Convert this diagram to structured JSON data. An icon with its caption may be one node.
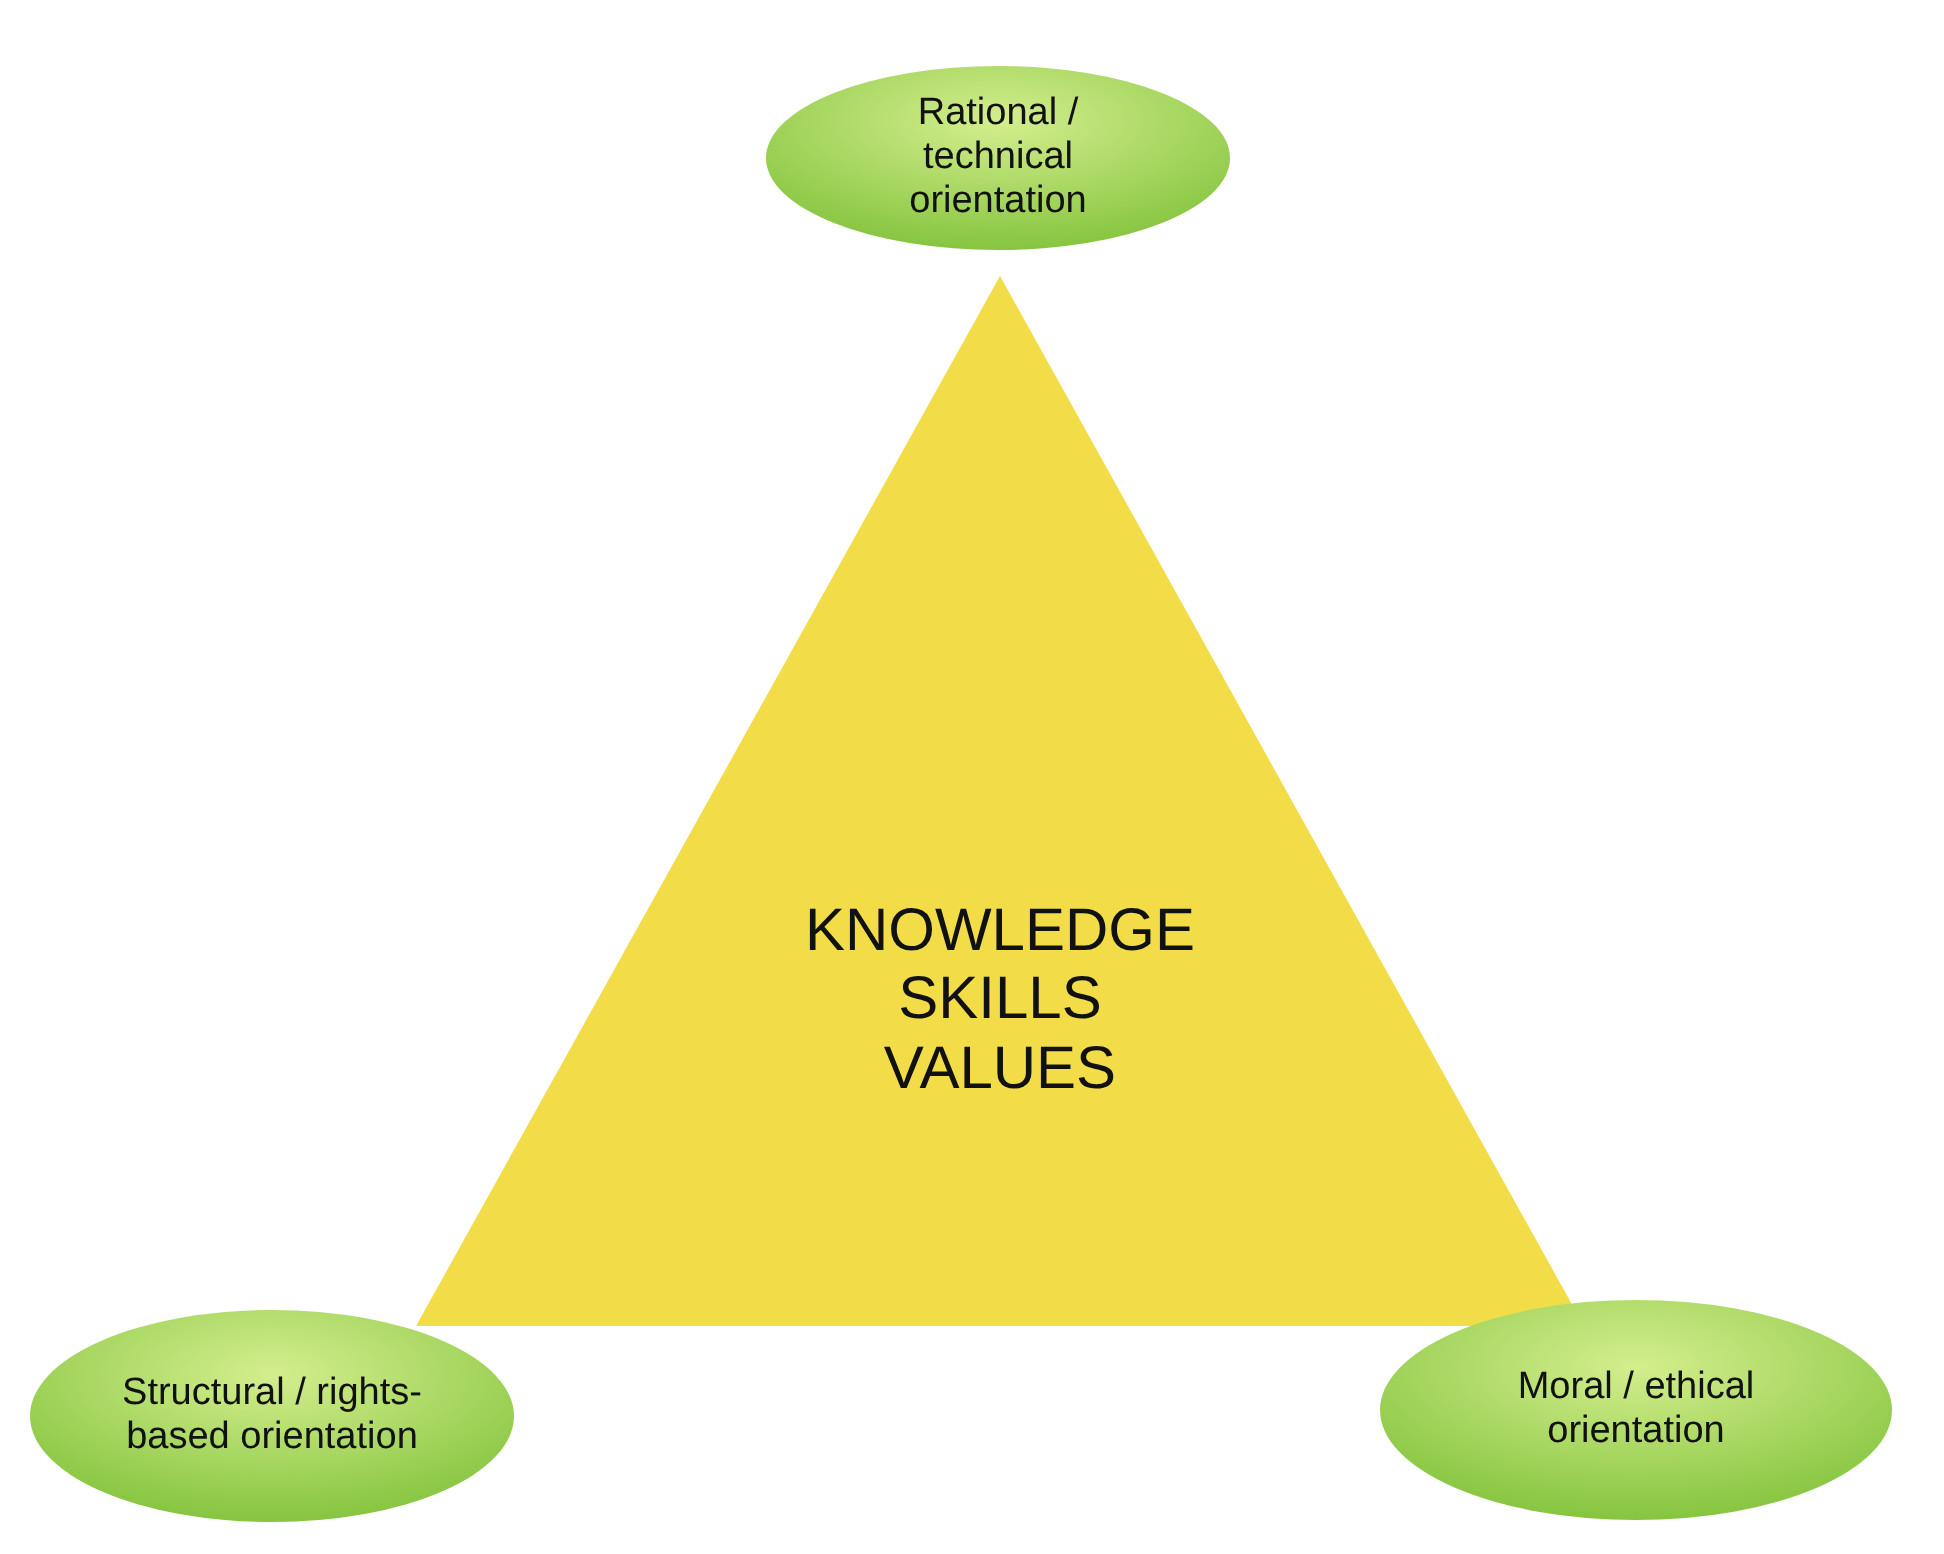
{
  "diagram": {
    "nodes": [
      {
        "text": [
          "Rational / technical orientation"
        ]
      },
      {
        "text": [
          "KNOWLEDGE",
          "SKILLS",
          "VALUES"
        ]
      },
      {
        "text": [
          "Structural / rights-based orientation"
        ]
      },
      {
        "text": [
          "Moral / ethical orientation"
        ]
      }
    ]
  }
}
